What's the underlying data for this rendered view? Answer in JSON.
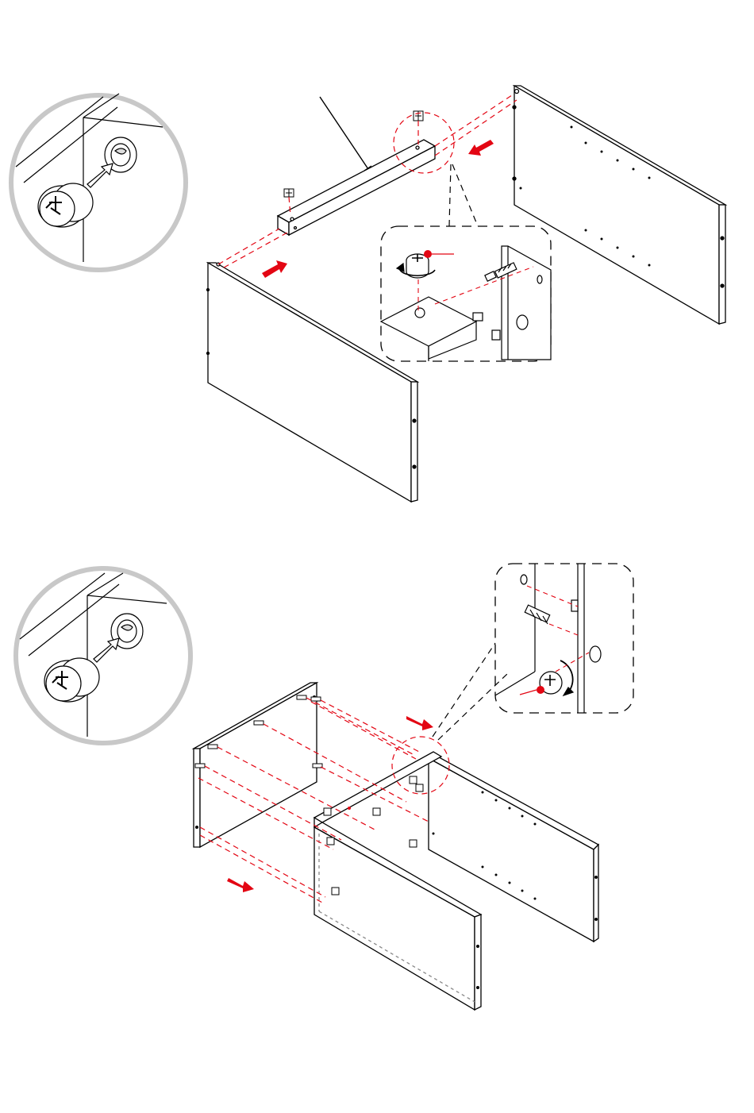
{
  "page": {
    "type": "furniture-assembly-instructions",
    "text_visible": false
  },
  "colors": {
    "line": "#000000",
    "accent": "#e30613",
    "circle_ring": "#c8c8c8",
    "background": "#ffffff"
  },
  "steps": [
    {
      "id": "step-upper",
      "parts": [
        "crossbar-rail",
        "left-side-panel",
        "right-side-panel",
        "cam-lock",
        "cam-bolt"
      ],
      "inset_circle_icon": "cam-lock-insert-icon",
      "detail_callout_icon": "cam-lock-tighten-icon"
    },
    {
      "id": "step-lower",
      "parts": [
        "back-panel",
        "frame-assembly",
        "cam-lock",
        "cam-bolt"
      ],
      "inset_circle_icon": "cam-lock-insert-icon",
      "detail_callout_icon": "cam-lock-tighten-icon"
    }
  ]
}
